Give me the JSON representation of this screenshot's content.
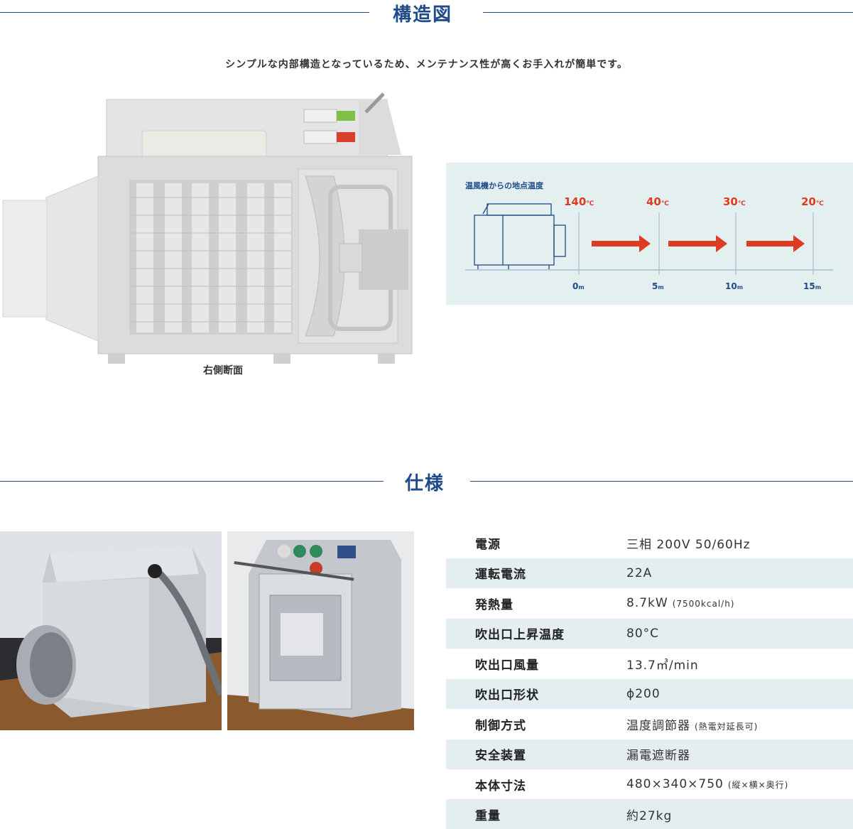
{
  "structure": {
    "title": "構造図",
    "intro": "シンプルな内部構造となっているため、メンテナンス性が高くお手入れが簡単です。",
    "caption": "右側断面"
  },
  "temp_panel": {
    "title": "温風機からの地点温度",
    "points": [
      {
        "temp": "140",
        "unit": "℃",
        "dist": "0",
        "dist_unit": "m"
      },
      {
        "temp": "40",
        "unit": "℃",
        "dist": "5",
        "dist_unit": "m"
      },
      {
        "temp": "30",
        "unit": "℃",
        "dist": "10",
        "dist_unit": "m"
      },
      {
        "temp": "20",
        "unit": "℃",
        "dist": "15",
        "dist_unit": "m"
      }
    ],
    "colors": {
      "temp": "#dd3b22",
      "accent": "#1f4b8a",
      "panel": "#e4eff0"
    }
  },
  "spec": {
    "title": "仕様",
    "rows": [
      {
        "key": "電源",
        "value": "三相 200V 50/60Hz",
        "note": ""
      },
      {
        "key": "運転電流",
        "value": "22A",
        "note": ""
      },
      {
        "key": "発熱量",
        "value": "8.7kW",
        "note": "(7500kcal/h)"
      },
      {
        "key": "吹出口上昇温度",
        "value": "80°C",
        "note": ""
      },
      {
        "key": "吹出口風量",
        "value": "13.7㎥/min",
        "note": ""
      },
      {
        "key": "吹出口形状",
        "value": "ϕ200",
        "note": ""
      },
      {
        "key": "制御方式",
        "value": "温度調節器",
        "note": "(熱電対延長可)"
      },
      {
        "key": "安全装置",
        "value": "漏電遮断器",
        "note": ""
      },
      {
        "key": "本体寸法",
        "value": "480×340×750",
        "note": "(縦×横×奥行)"
      },
      {
        "key": "重量",
        "value": "約27kg",
        "note": ""
      }
    ]
  }
}
